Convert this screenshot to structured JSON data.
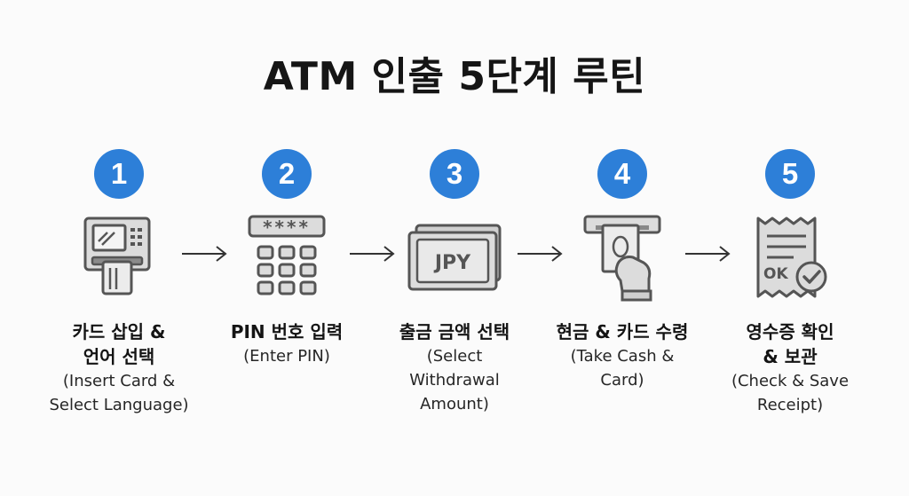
{
  "title": "ATM 인출 5단계 루틴",
  "colors": {
    "badge": "#2d7fd8",
    "icon_stroke": "#555555",
    "icon_fill": "#dcdcdc",
    "arrow": "#333333"
  },
  "steps": [
    {
      "number": "1",
      "label_ko_1": "카드 삽입 &",
      "label_ko_2": "언어 선택",
      "label_en_1": "(Insert Card &",
      "label_en_2": "Select Language)",
      "label_en_3": "",
      "icon": "atm-card-slot-icon"
    },
    {
      "number": "2",
      "label_ko_1": "PIN 번호 입력",
      "label_ko_2": "",
      "label_en_1": "(Enter PIN)",
      "label_en_2": "",
      "label_en_3": "",
      "icon": "pin-keypad-icon",
      "pin_mask": "****"
    },
    {
      "number": "3",
      "label_ko_1": "출금 금액 선택",
      "label_ko_2": "",
      "label_en_1": "(Select",
      "label_en_2": "Withdrawal",
      "label_en_3": "Amount)",
      "icon": "jpy-banknote-icon",
      "currency": "JPY"
    },
    {
      "number": "4",
      "label_ko_1": "현금 & 카드 수령",
      "label_ko_2": "",
      "label_en_1": "(Take Cash &",
      "label_en_2": "Card)",
      "label_en_3": "",
      "icon": "cash-dispense-hand-icon"
    },
    {
      "number": "5",
      "label_ko_1": "영수증 확인",
      "label_ko_2": "& 보관",
      "label_en_1": "(Check & Save",
      "label_en_2": "Receipt)",
      "label_en_3": "",
      "icon": "receipt-check-icon",
      "receipt_mark": "OK"
    }
  ]
}
